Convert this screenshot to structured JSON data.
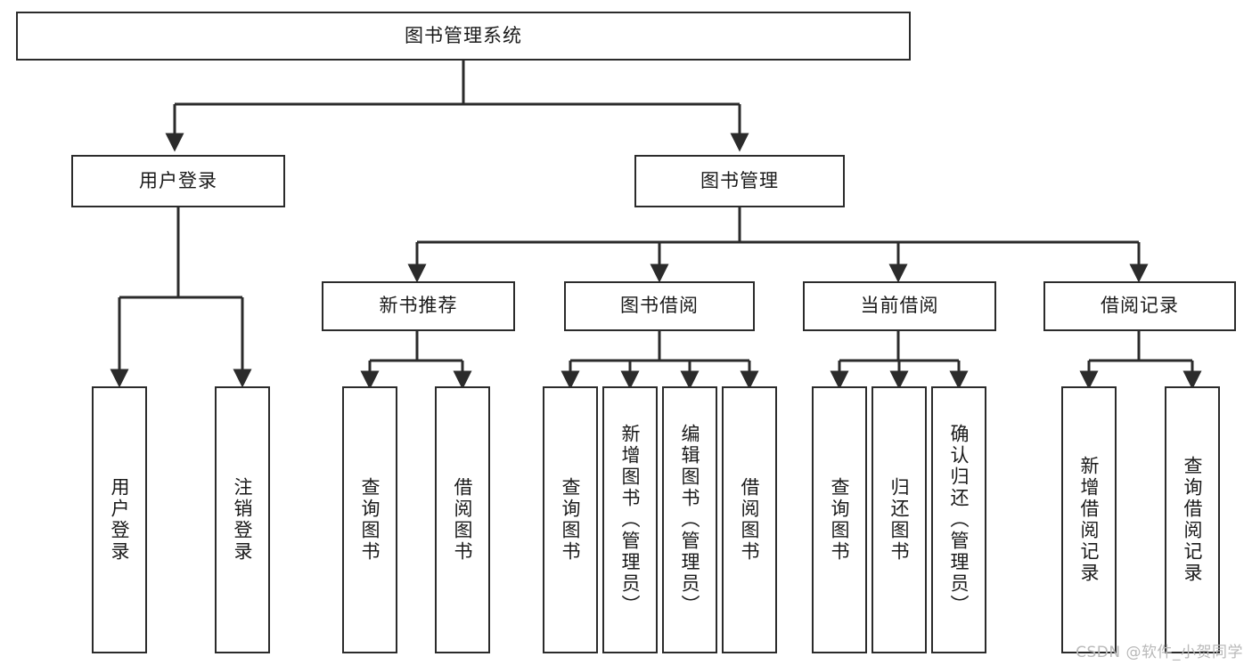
{
  "diagram": {
    "type": "tree",
    "title": "图书管理系统",
    "watermark": "CSDN @软件_小贺同学",
    "colors": {
      "box_border": "#2b2b2b",
      "box_fill": "#ffffff",
      "connector": "#2b2b2b",
      "text": "#1a1a1a",
      "watermark": "#b9b9b9",
      "background": "#ffffff"
    },
    "nodes": {
      "root": {
        "label": "图书管理系统"
      },
      "level2": [
        {
          "label": "用户登录"
        },
        {
          "label": "图书管理"
        }
      ],
      "level3": [
        {
          "label": "新书推荐"
        },
        {
          "label": "图书借阅"
        },
        {
          "label": "当前借阅"
        },
        {
          "label": "借阅记录"
        }
      ],
      "leaves_user_login": [
        {
          "label": "用户登录"
        },
        {
          "label": "注销登录"
        }
      ],
      "leaves_new_book": [
        {
          "label": "查询图书"
        },
        {
          "label": "借阅图书"
        }
      ],
      "leaves_borrow": [
        {
          "label": "查询图书"
        },
        {
          "label": "新增图书（管理员）"
        },
        {
          "label": "编辑图书（管理员）"
        },
        {
          "label": "借阅图书"
        }
      ],
      "leaves_current": [
        {
          "label": "查询图书"
        },
        {
          "label": "归还图书"
        },
        {
          "label": "确认归还（管理员）"
        }
      ],
      "leaves_records": [
        {
          "label": "新增借阅记录"
        },
        {
          "label": "查询借阅记录"
        }
      ]
    }
  }
}
